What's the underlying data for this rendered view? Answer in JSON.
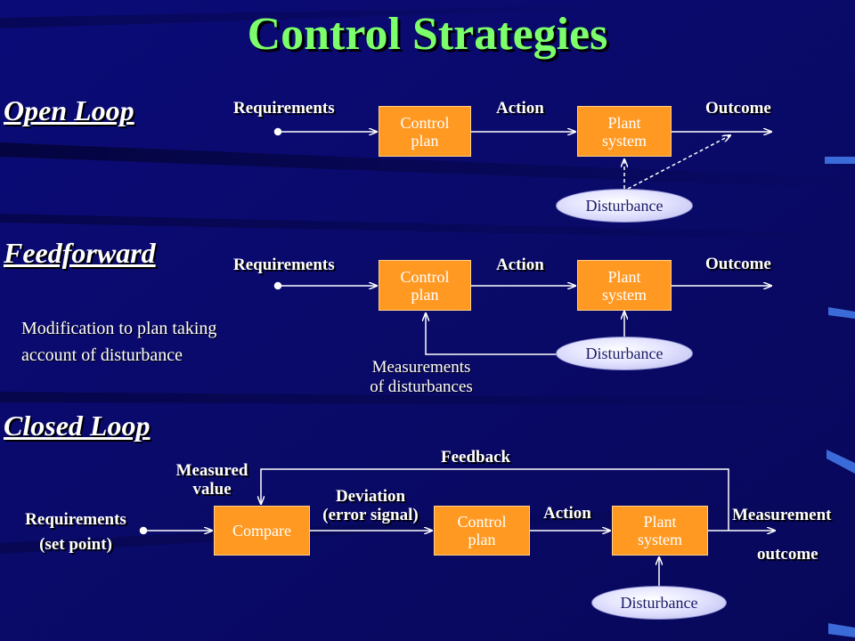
{
  "title": "Control Strategies",
  "open_loop": {
    "heading": "Open Loop",
    "requirements": "Requirements",
    "action": "Action",
    "outcome": "Outcome",
    "control_plan": "Control\nplan",
    "plant_system": "Plant\nsystem",
    "disturbance": "Disturbance"
  },
  "feedforward": {
    "heading": "Feedforward",
    "requirements": "Requirements",
    "action": "Action",
    "outcome": "Outcome",
    "control_plan": "Control\nplan",
    "plant_system": "Plant\nsystem",
    "disturbance": "Disturbance",
    "measurements": "Measurements\nof disturbances",
    "note_line1": "Modification to plan taking",
    "note_line2": "account of disturbance"
  },
  "closed_loop": {
    "heading": "Closed Loop",
    "requirements": "Requirements",
    "set_point": "(set point)",
    "compare": "Compare",
    "measured_value": "Measured\nvalue",
    "feedback": "Feedback",
    "deviation": "Deviation",
    "error_signal": "(error signal)",
    "control_plan": "Control\nplan",
    "action": "Action",
    "plant_system": "Plant\nsystem",
    "measurement": "Measurement",
    "outcome": "outcome",
    "disturbance": "Disturbance"
  },
  "colors": {
    "background": "#0a0a6e",
    "title": "#7cff6a",
    "box": "#ff9922",
    "arrow": "#ffffff"
  }
}
